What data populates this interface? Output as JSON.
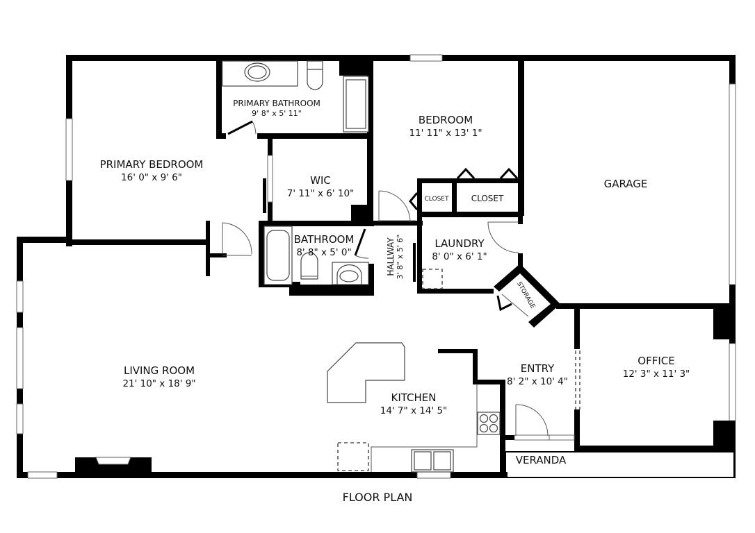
{
  "caption": "FLOOR PLAN",
  "rooms": {
    "primary_bedroom": {
      "name": "PRIMARY BEDROOM",
      "dims": "16' 0\" x 9' 6\""
    },
    "primary_bathroom": {
      "name": "PRIMARY BATHROOM",
      "dims": "9' 8\" x 5' 11\""
    },
    "wic": {
      "name": "WIC",
      "dims": "7' 11\" x 6' 10\""
    },
    "bedroom": {
      "name": "BEDROOM",
      "dims": "11' 11\" x 13' 1\""
    },
    "closet_small": {
      "name": "CLOSET"
    },
    "closet_large": {
      "name": "CLOSET"
    },
    "garage": {
      "name": "GARAGE"
    },
    "bathroom": {
      "name": "BATHROOM",
      "dims": "8' 8\" x 5' 0\""
    },
    "hallway": {
      "name": "HALLWAY",
      "dims": "3' 8\" x 5' 6\""
    },
    "laundry": {
      "name": "LAUNDRY",
      "dims": "8' 0\" x 6' 1\""
    },
    "storage": {
      "name": "STORAGE"
    },
    "living_room": {
      "name": "LIVING ROOM",
      "dims": "21' 10\" x 18' 9\""
    },
    "kitchen": {
      "name": "KITCHEN",
      "dims": "14' 7\" x 14' 5\""
    },
    "entry": {
      "name": "ENTRY",
      "dims": "8' 2\" x 10' 4\""
    },
    "office": {
      "name": "OFFICE",
      "dims": "12' 3\" x 11' 3\""
    },
    "veranda": {
      "name": "VERANDA"
    }
  },
  "colors": {
    "wall": "#000000",
    "background": "#ffffff",
    "fixture_line": "#444444"
  }
}
